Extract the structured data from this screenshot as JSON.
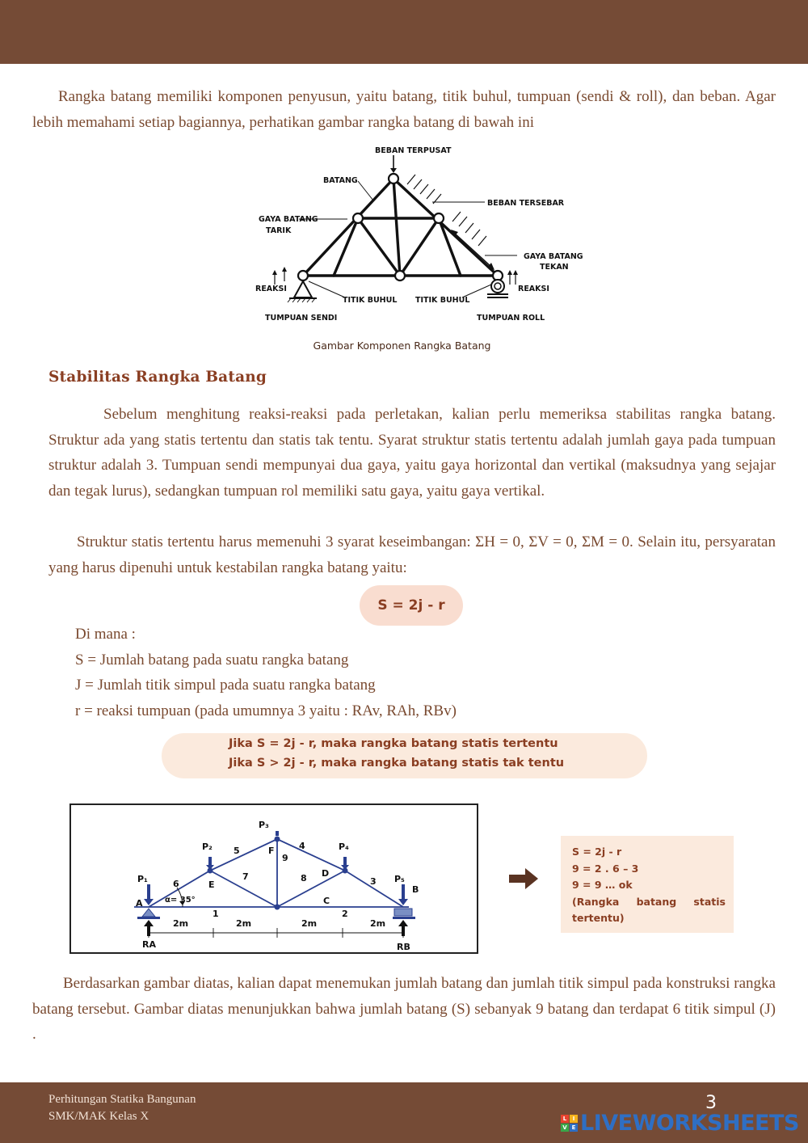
{
  "paragraphs": {
    "intro": "Rangka batang memiliki komponen penyusun, yaitu batang, titik buhul, tumpuan (sendi & roll), dan beban. Agar lebih memahami setiap bagiannya, perhatikan gambar rangka batang di bawah ini",
    "stability_1": "Sebelum menghitung reaksi-reaksi pada perletakan, kalian perlu memeriksa stabilitas rangka batang. Struktur ada yang statis tertentu dan statis tak tentu. Syarat struktur statis tertentu adalah jumlah gaya pada tumpuan struktur adalah 3. Tumpuan sendi mempunyai dua gaya, yaitu gaya horizontal dan vertikal (maksudnya yang sejajar dan tegak lurus), sedangkan tumpuan rol memiliki satu gaya, yaitu gaya vertikal.",
    "stability_2": "Struktur statis tertentu harus memenuhi 3 syarat keseimbangan: ΣH = 0, ΣV = 0, ΣM = 0. Selain itu, persyaratan yang harus dipenuhi untuk kestabilan rangka batang yaitu:",
    "conclusion": "Berdasarkan gambar diatas, kalian dapat menemukan jumlah batang dan jumlah titik simpul pada konstruksi rangka batang tersebut. Gambar diatas menunjukkan bahwa jumlah batang (S) sebanyak 9 batang dan terdapat 6 titik simpul (J) ."
  },
  "figure1": {
    "labels": {
      "beban_terpusat": "BEBAN TERPUSAT",
      "batang": "BATANG",
      "beban_tersebar": "BEBAN TERSEBAR",
      "gaya_tarik_1": "GAYA BATANG",
      "gaya_tarik_2": "TARIK",
      "gaya_tekan_1": "GAYA BATANG",
      "gaya_tekan_2": "TEKAN",
      "reaksi_left": "REAKSI",
      "reaksi_right": "REAKSI",
      "titik_buhul_left": "TITIK BUHUL",
      "titik_buhul_right": "TITIK BUHUL",
      "tumpuan_sendi": "TUMPUAN SENDI",
      "tumpuan_roll": "TUMPUAN ROLL"
    },
    "caption": "Gambar Komponen Rangka Batang"
  },
  "section_heading": "Stabilitas Rangka Batang",
  "formula": "S = 2j - r",
  "definitions": {
    "intro": "Di mana :",
    "s": "S = Jumlah batang pada suatu rangka batang",
    "j": "J = Jumlah titik simpul pada suatu rangka batang",
    "r": "r = reaksi tumpuan (pada umumnya 3 yaitu : RAv, RAh, RBv)"
  },
  "conditions": {
    "line1": "Jika S = 2j - r, maka rangka batang statis tertentu",
    "line2": "Jika S > 2j - r, maka rangka batang statis tak tentu"
  },
  "figure2": {
    "loads": {
      "p1": "P₁",
      "p2": "P₂",
      "p3": "P₃",
      "p4": "P₄",
      "p5": "P₅"
    },
    "nodes": {
      "a": "A",
      "b": "B",
      "e": "E",
      "f": "F",
      "d": "D",
      "c": "C",
      "n1": "1",
      "n2": "2"
    },
    "members": {
      "m3": "3",
      "m4": "4",
      "m5": "5",
      "m6": "6",
      "m7": "7",
      "m8": "8",
      "m9": "9"
    },
    "angle": "α= 35°",
    "spans": [
      "2m",
      "2m",
      "2m",
      "2m"
    ],
    "reaction_a": "RA",
    "reaction_b": "RB"
  },
  "calculation": {
    "line1": "S = 2j - r",
    "line2": "9 = 2 . 6 – 3",
    "line3": "9 = 9 … ok",
    "line4_words": [
      "(Rangka",
      "batang",
      "statis"
    ],
    "line5": "tertentu)"
  },
  "footer": {
    "line1": "Perhitungan Statika Bangunan",
    "line2": "SMK/MAK Kelas X",
    "page_number": "3"
  },
  "watermark": {
    "text": "LIVEWORKSHEETS",
    "grid_letters": [
      "L",
      "I",
      "V",
      "E"
    ]
  }
}
